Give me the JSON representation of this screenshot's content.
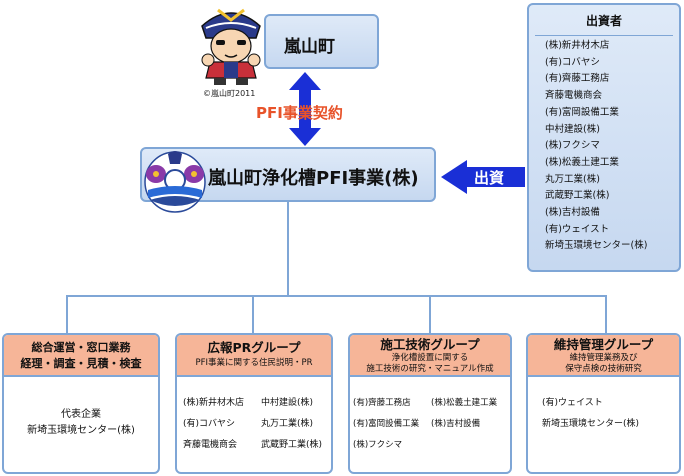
{
  "town": {
    "name": "嵐山町",
    "copyright": "©嵐山町2011"
  },
  "contract_label": "PFI事業契約",
  "company": {
    "name": "嵐山町浄化槽PFI事業(株)"
  },
  "investment_label": "出資",
  "investors": {
    "title": "出資者",
    "items": [
      "(株)新井材木店",
      "(有)コバヤシ",
      "(有)齊藤工務店",
      "斉藤電機商会",
      "(有)富岡設備工業",
      "中村建設(株)",
      "(株)フクシマ",
      "(株)松義土建工業",
      "丸万工業(株)",
      "武蔵野工業(株)",
      "(株)吉村設備",
      "(有)ウェイスト",
      "新埼玉環境センター(株)"
    ]
  },
  "groups": [
    {
      "title_lines": [
        "総合運営・窓口業務",
        "経理・調査・見積・検査"
      ],
      "rep_lines": [
        "代表企業",
        "新埼玉環境センター(株)"
      ]
    },
    {
      "title": "広報PRグループ",
      "subtitle": "PFI事業に関する住民説明・PR",
      "members": [
        "(株)新井材木店",
        "中村建設(株)",
        "(有)コバヤシ",
        "丸万工業(株)",
        "斉藤電機商会",
        "武蔵野工業(株)"
      ]
    },
    {
      "title": "施工技術グループ",
      "subtitle_lines": [
        "浄化槽設置に関する",
        "施工技術の研究・マニュアル作成"
      ],
      "members": [
        "(有)齊藤工務店",
        "(株)松義土建工業",
        "(有)富岡設備工業",
        "(株)吉村設備",
        "(株)フクシマ",
        ""
      ]
    },
    {
      "title": "維持管理グループ",
      "subtitle_lines": [
        "維持管理業務及び",
        "保守点検の技術研究"
      ],
      "members": [
        "(有)ウェイスト",
        "新埼玉環境センター(株)"
      ]
    }
  ],
  "colors": {
    "box_fill": "#c6d8f0",
    "box_border": "#7fa6d6",
    "arrow": "#1a2fd6",
    "contract_text": "#e8532a",
    "group_header": "#f6b598"
  },
  "icons": [
    "mascot-icon",
    "town-emblem-icon",
    "double-arrow-icon",
    "left-arrow-icon"
  ]
}
